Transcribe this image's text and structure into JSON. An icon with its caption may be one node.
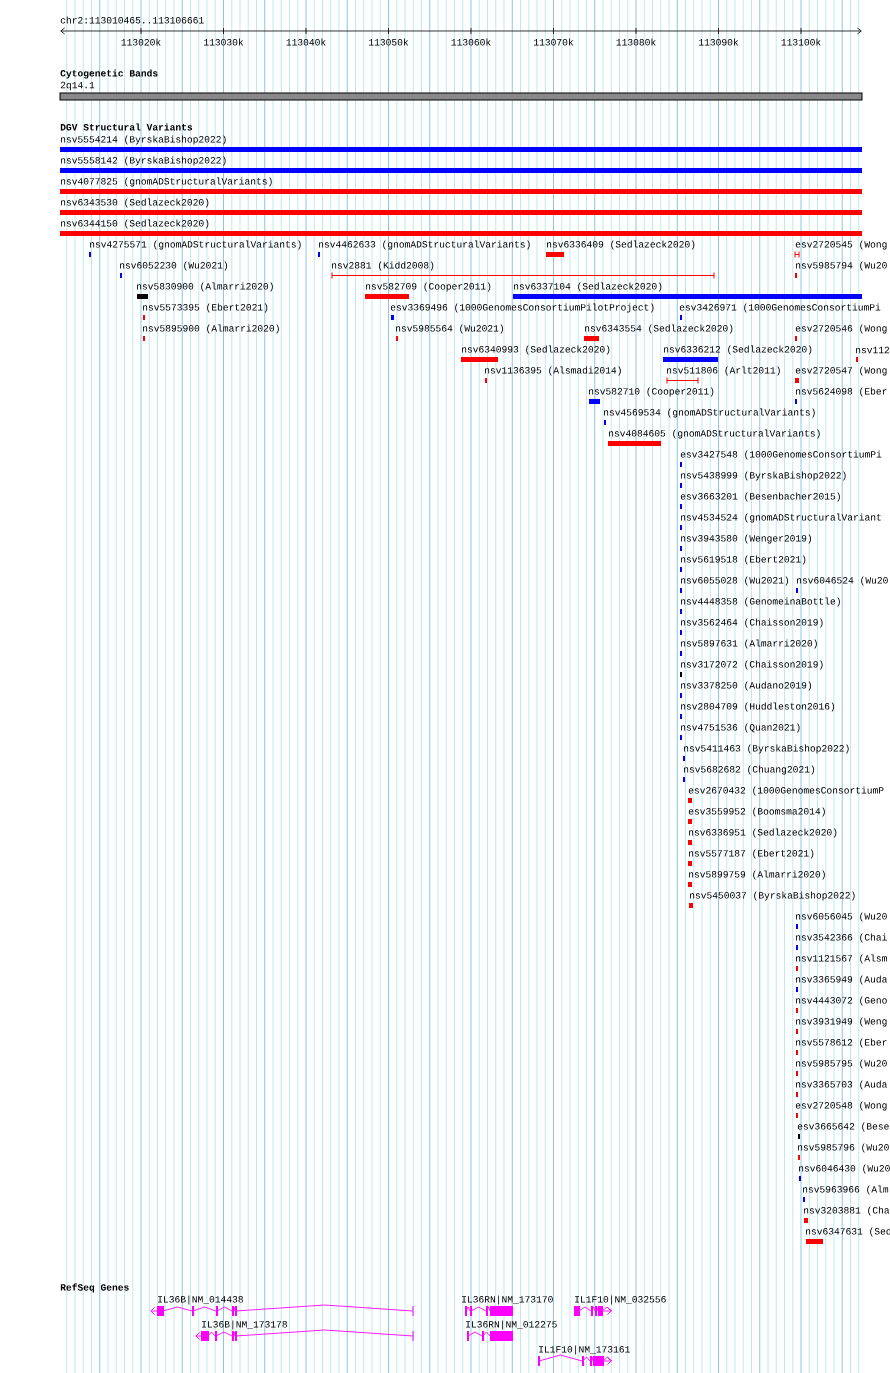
{
  "diagram": {
    "title": "chr2:113010465..113106661",
    "labels": [
      "113020k",
      "113030k",
      "113040k",
      "113050k",
      "113060k",
      "113070k",
      "113080k",
      "113090k",
      "113100k",
      "Cytogenetic Bands",
      "2q14.1",
      "DGV Structural Variants",
      "nsv5554214 (ByrskaBishop2022)",
      "nsv5558142 (ByrskaBishop2022)",
      "nsv4077825 (gnomADStructuralVariants)",
      "nsv6343530 (Sedlazeck2020)",
      "nsv6344150 (Sedlazeck2020)",
      "nsv4275571 (gnomADStructuralVariants)",
      "nsv4462633 (gnomADStructuralVariants)",
      "nsv6336409 (Sedlazeck2020)",
      "esv2720545 (Wong",
      "nsv6052230 (Wu2021)",
      "nsv2881 (Kidd2008)",
      "nsv5985794 (Wu20",
      "nsv5830900 (Almarri2020)",
      "nsv582709 (Cooper2011)",
      "nsv6337104 (Sedlazeck2020)",
      "nsv5573395 (Ebert2021)",
      "esv3369496 (1000GenomesConsortiumPilotProject)",
      "esv3426971 (1000GenomesConsortiumPi",
      "nsv5895900 (Almarri2020)",
      "nsv5985564 (Wu2021)",
      "nsv6343554 (Sedlazeck2020)",
      "esv2720546 (Wong",
      "nsv6340993 (Sedlazeck2020)",
      "nsv6336212 (Sedlazeck2020)",
      "nsv112",
      "nsv1136395 (Alsmadi2014)",
      "nsv511806 (Arlt2011)",
      "esv2720547 (Wong",
      "nsv582710 (Cooper2011)",
      "nsv5624098 (Eber",
      "nsv4569534 (gnomADStructuralVariants)",
      "nsv4084605 (gnomADStructuralVariants)",
      "esv3427548 (1000GenomesConsortiumPi",
      "nsv5438999 (ByrskaBishop2022)",
      "esv3663201 (Besenbacher2015)",
      "nsv4534524 (gnomADStructuralVariant",
      "nsv3943580 (Wenger2019)",
      "nsv5619518 (Ebert2021)",
      "nsv6055028 (Wu2021)",
      "nsv6046524 (Wu20",
      "nsv4448358 (GenomeinaBottle)",
      "nsv3562464 (Chaisson2019)",
      "nsv5897631 (Almarri2020)",
      "nsv3172072 (Chaisson2019)",
      "nsv3378250 (Audano2019)",
      "nsv2804709 (Huddleston2016)",
      "nsv4751536 (Quan2021)",
      "nsv5411463 (ByrskaBishop2022)",
      "nsv5682682 (Chuang2021)",
      "esv2670432 (1000GenomesConsortiumP",
      "esv3559952 (Boomsma2014)",
      "nsv6336951 (Sedlazeck2020)",
      "nsv5577187 (Ebert2021)",
      "nsv5899759 (Almarri2020)",
      "nsv5450037 (ByrskaBishop2022)",
      "nsv6056045 (Wu20",
      "nsv3542366 (Chai",
      "nsv1121567 (Alsm",
      "nsv3365949 (Auda",
      "nsv4443072 (Geno",
      "nsv3931949 (Weng",
      "nsv5578612 (Eber",
      "nsv5985795 (Wu20",
      "nsv3365703 (Auda",
      "esv2720548 (Wong",
      "esv3665642 (Bese",
      "nsv5985796 (Wu20",
      "nsv6046430 (Wu20",
      "nsv5963966 (Alm",
      "nsv3203881 (Cha",
      "nsv6347631 (Sed",
      "RefSeq Genes",
      "IL36B|NM_014438",
      "IL36RN|NM_173170",
      "IL1F10|NM_032556",
      "IL36B|NM_173178",
      "IL36RN|NM_012275",
      "IL1F10|NM_173161"
    ]
  }
}
